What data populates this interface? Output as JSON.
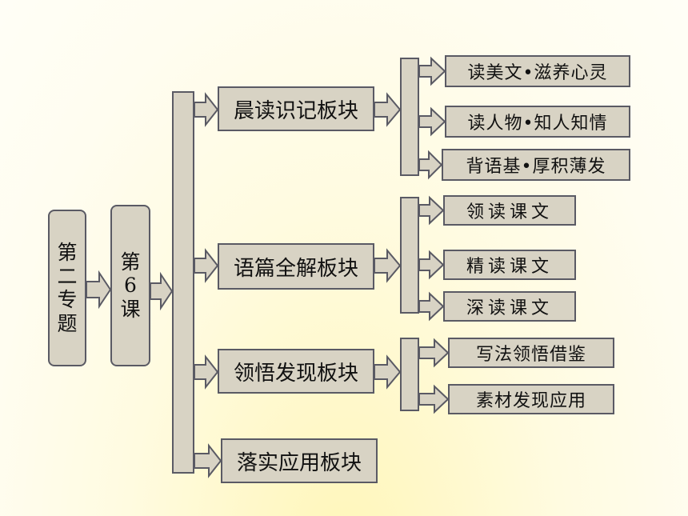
{
  "root": {
    "chars": [
      "第",
      "二",
      "专",
      "题"
    ]
  },
  "lesson": {
    "chars": [
      "第",
      "6",
      "课"
    ]
  },
  "sections": [
    {
      "label": "晨读识记板块",
      "children": [
        "读美文•滋养心灵",
        "读人物•知人知情",
        "背语基•厚积薄发"
      ]
    },
    {
      "label": "语篇全解板块",
      "children": [
        "领读课文",
        "精读课文",
        "深读课文"
      ]
    },
    {
      "label": "领悟发现板块",
      "children": [
        "写法领悟借鉴",
        "素材发现应用"
      ]
    },
    {
      "label": "落实应用板块",
      "children": []
    }
  ],
  "colors": {
    "box_fill": "#d8d3c4",
    "box_border": "#5a5a64",
    "background": "#fffbe0"
  }
}
